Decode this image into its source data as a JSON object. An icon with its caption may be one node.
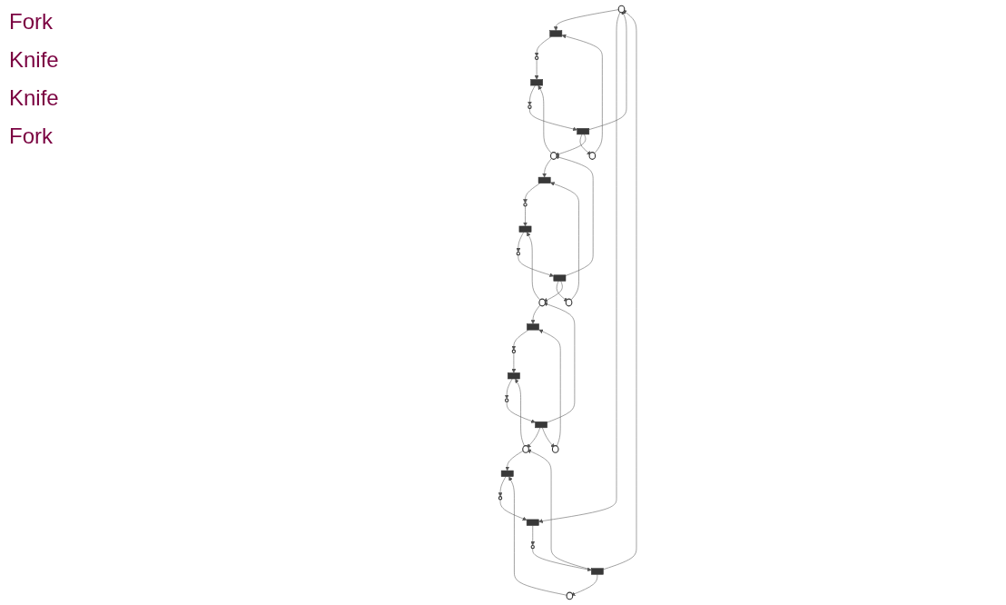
{
  "diagram": {
    "nodes": [
      {
        "text": [],
        "shape": "token"
      },
      {
        "text": [],
        "shape": "circle"
      },
      {
        "text": [],
        "shape": "bar"
      },
      {
        "text": [],
        "shape": "token"
      },
      {
        "text": [],
        "shape": "circle"
      },
      {
        "text": [],
        "shape": "bar"
      },
      {
        "text": [],
        "shape": "circle"
      },
      {
        "text": [],
        "shape": "bar"
      },
      {
        "text": [],
        "shape": "circle"
      },
      {
        "text": [],
        "shape": "bar"
      },
      {
        "text": [],
        "shape": "bar"
      },
      {
        "text": [],
        "shape": "token"
      },
      {
        "text": [],
        "shape": "bar"
      },
      {
        "text": [],
        "shape": "token"
      },
      {
        "text": [],
        "shape": "token"
      },
      {
        "text": [],
        "shape": "bar"
      },
      {
        "text": [],
        "shape": "token"
      },
      {
        "text": [],
        "shape": "bar"
      },
      {
        "text": [],
        "shape": "bar"
      },
      {
        "text": [],
        "shape": "circle"
      },
      {
        "text": [],
        "shape": "bar"
      },
      {
        "text": [],
        "shape": "circle"
      },
      {
        "text": [],
        "shape": "bar"
      },
      {
        "text": [],
        "shape": "circle"
      },
      {
        "text": [],
        "shape": "token"
      },
      {
        "text": [],
        "shape": "token"
      },
      {
        "text": [],
        "shape": "bar"
      },
      {
        "text": [],
        "shape": "circle"
      }
    ],
    "edges": [
      {
        "from": 3,
        "to": 2,
        "arrow": "to"
      },
      {
        "from": 2,
        "to": 1,
        "arrow": "to"
      },
      {
        "from": 0,
        "to": 2,
        "arrow": "to"
      },
      {
        "from": 1,
        "to": 7,
        "arrow": "to"
      },
      {
        "from": 7,
        "to": 8,
        "arrow": "to"
      },
      {
        "from": 8,
        "to": 9,
        "arrow": "to"
      },
      {
        "from": 9,
        "to": 3,
        "arrow": "to"
      },
      {
        "from": 9,
        "to": 0,
        "arrow": "to"
      },
      {
        "from": 9,
        "to": 13,
        "arrow": "to"
      },
      {
        "from": 13,
        "to": 7,
        "arrow": "to"
      },
      {
        "from": 0,
        "to": 5,
        "arrow": "to"
      },
      {
        "from": 5,
        "to": 4,
        "arrow": "to"
      },
      {
        "from": 6,
        "to": 5,
        "arrow": "to"
      },
      {
        "from": 4,
        "to": 10,
        "arrow": "to"
      },
      {
        "from": 10,
        "to": 0,
        "arrow": "to"
      },
      {
        "from": 10,
        "to": 11,
        "arrow": "to"
      },
      {
        "from": 11,
        "to": 12,
        "arrow": "to"
      },
      {
        "from": 12,
        "to": 6,
        "arrow": "to"
      },
      {
        "from": 14,
        "to": 12,
        "arrow": "to"
      },
      {
        "from": 10,
        "to": 14,
        "arrow": "to"
      },
      {
        "from": 13,
        "to": 15,
        "arrow": "to"
      },
      {
        "from": 17,
        "to": 13,
        "arrow": "to"
      },
      {
        "from": 16,
        "to": 15,
        "arrow": "to"
      },
      {
        "from": 17,
        "to": 16,
        "arrow": "to"
      },
      {
        "from": 15,
        "to": 21,
        "arrow": "to"
      },
      {
        "from": 21,
        "to": 22,
        "arrow": "to"
      },
      {
        "from": 22,
        "to": 23,
        "arrow": "to"
      },
      {
        "from": 23,
        "to": 17,
        "arrow": "to"
      },
      {
        "from": 17,
        "to": 24,
        "arrow": "to"
      },
      {
        "from": 24,
        "to": 22,
        "arrow": "to"
      },
      {
        "from": 18,
        "to": 14,
        "arrow": "to"
      },
      {
        "from": 14,
        "to": 20,
        "arrow": "to"
      },
      {
        "from": 19,
        "to": 18,
        "arrow": "to"
      },
      {
        "from": 20,
        "to": 19,
        "arrow": "to"
      },
      {
        "from": 18,
        "to": 25,
        "arrow": "to"
      },
      {
        "from": 18,
        "to": 24,
        "arrow": "to"
      },
      {
        "from": 25,
        "to": 26,
        "arrow": "to"
      },
      {
        "from": 26,
        "to": 27,
        "arrow": "to"
      },
      {
        "from": 27,
        "to": 20,
        "arrow": "to"
      },
      {
        "from": 24,
        "to": 26,
        "arrow": "to"
      }
    ],
    "labels": [
      "Fork",
      "Knife",
      "Knife",
      "Fork"
    ]
  }
}
